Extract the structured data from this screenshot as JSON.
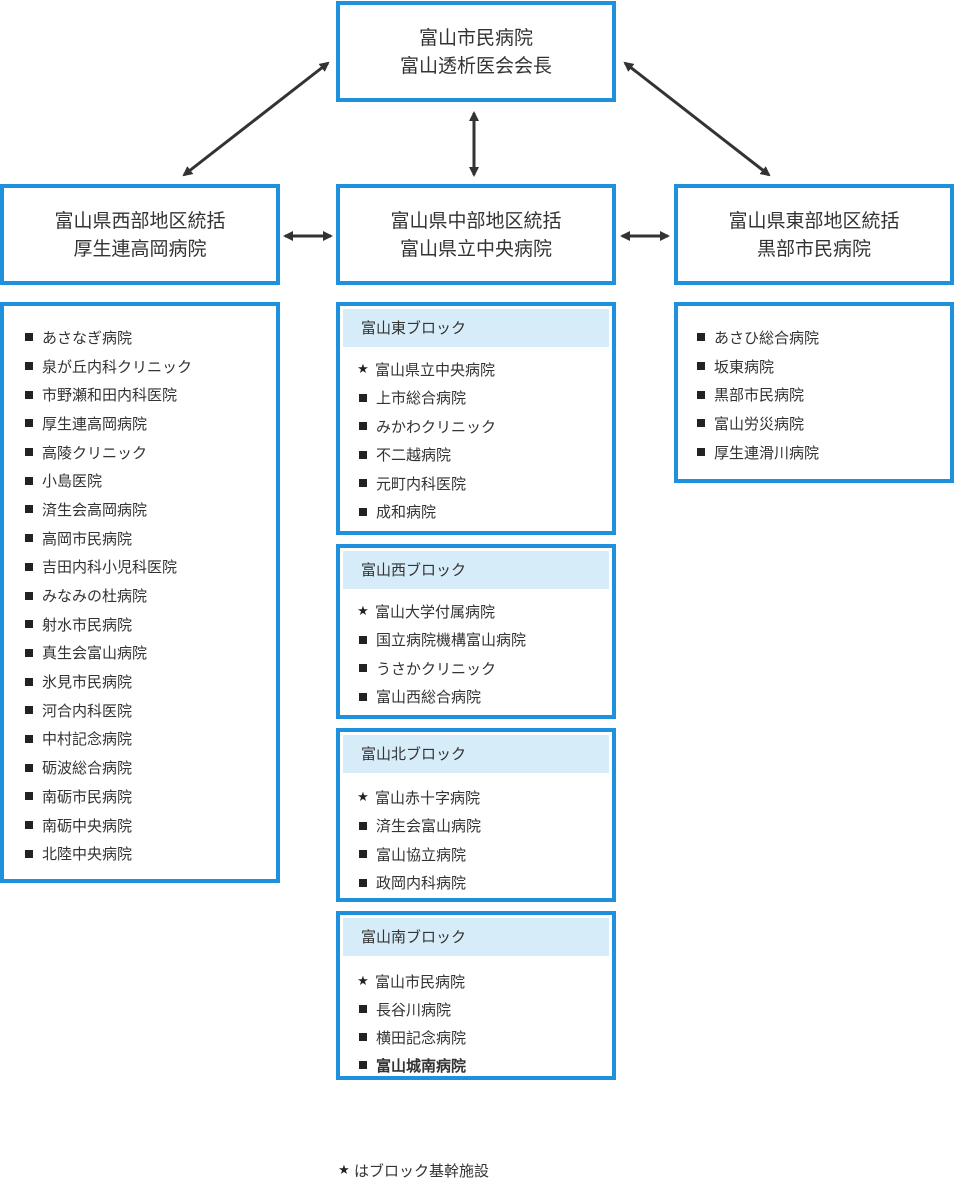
{
  "top": {
    "line1": "富山市民病院",
    "line2": "富山透析医会会長"
  },
  "west": {
    "line1": "富山県西部地区統括",
    "line2": "厚生連高岡病院",
    "items": [
      "あさなぎ病院",
      "泉が丘内科クリニック",
      "市野瀬和田内科医院",
      "厚生連高岡病院",
      "高陵クリニック",
      "小島医院",
      "済生会高岡病院",
      "高岡市民病院",
      "吉田内科小児科医院",
      "みなみの杜病院",
      "射水市民病院",
      "真生会富山病院",
      "氷見市民病院",
      "河合内科医院",
      "中村記念病院",
      "砺波総合病院",
      "南砺市民病院",
      "南砺中央病院",
      "北陸中央病院"
    ]
  },
  "central": {
    "line1": "富山県中部地区統括",
    "line2": "富山県立中央病院"
  },
  "east": {
    "line1": "富山県東部地区統括",
    "line2": "黒部市民病院",
    "items": [
      "あさひ総合病院",
      "坂東病院",
      "黒部市民病院",
      "富山労災病院",
      "厚生連滑川病院"
    ]
  },
  "blocks": [
    {
      "title": "富山東ブロック",
      "core": "富山県立中央病院",
      "items": [
        "上市総合病院",
        "みかわクリニック",
        "不二越病院",
        "元町内科医院",
        "成和病院"
      ]
    },
    {
      "title": "富山西ブロック",
      "core": "富山大学付属病院",
      "items": [
        "国立病院機構富山病院",
        "うさかクリニック",
        "富山西総合病院"
      ]
    },
    {
      "title": "富山北ブロック",
      "core": "富山赤十字病院",
      "items": [
        "済生会富山病院",
        "富山協立病院",
        "政岡内科病院"
      ]
    },
    {
      "title": "富山南ブロック",
      "core": "富山市民病院",
      "items": [
        "長谷川病院",
        "横田記念病院",
        "富山城南病院"
      ]
    }
  ],
  "note": "はブロック基幹施設",
  "colors": {
    "border": "#1e90dc",
    "block_header": "#d6ecf8",
    "arrow": "#333333"
  },
  "icons": {
    "core_marker": "star-icon",
    "bullet": "square-bullet-icon"
  }
}
